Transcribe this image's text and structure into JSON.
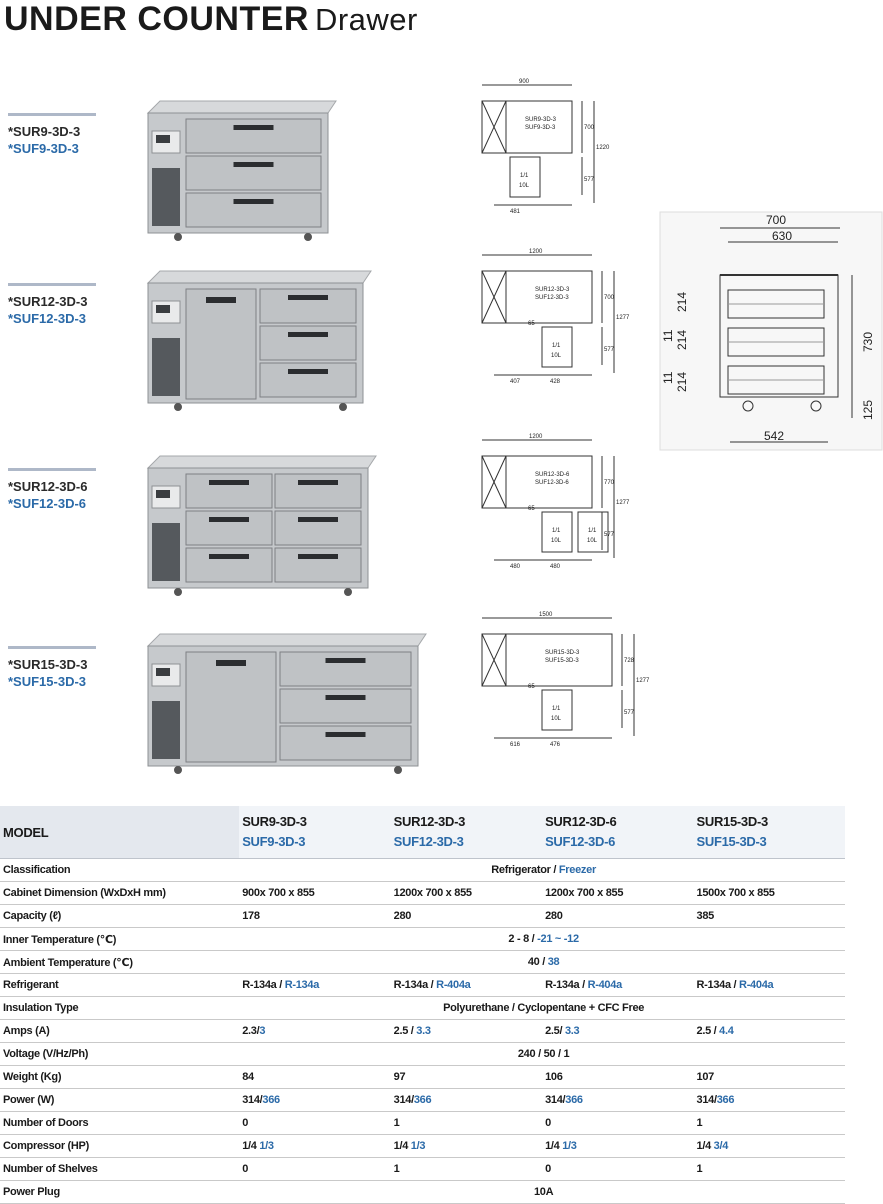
{
  "header": {
    "title": "UNDER COUNTER",
    "subtitle": "Drawer"
  },
  "products": [
    {
      "models": [
        "*SUR9-3D-3",
        "*SUF9-3D-3"
      ],
      "drawing_models": [
        "SUR9-3D-3",
        "SUF9-3D-3"
      ],
      "dims": {
        "width": "900",
        "right": "700",
        "total": "1220",
        "bottom": "577",
        "bottom_w": "481"
      },
      "gn": [
        "1/1",
        "10L"
      ]
    },
    {
      "models": [
        "*SUR12-3D-3",
        "*SUF12-3D-3"
      ],
      "drawing_models": [
        "SUR12-3D-3",
        "SUF12-3D-3"
      ],
      "dims": {
        "width": "1200",
        "right": "700",
        "total": "1277",
        "bottom": "577",
        "bottom_w": "407",
        "bottom_w2": "428",
        "mid": "65"
      },
      "gn": [
        "1/1",
        "10L"
      ]
    },
    {
      "models": [
        "*SUR12-3D-6",
        "*SUF12-3D-6"
      ],
      "drawing_models": [
        "SUR12-3D-6",
        "SUF12-3D-6"
      ],
      "dims": {
        "width": "1200",
        "right": "770",
        "total": "1277",
        "bottom": "577",
        "bottom_w": "480",
        "bottom_w2": "480",
        "mid": "65"
      },
      "gn": [
        "1/1",
        "10L"
      ]
    },
    {
      "models": [
        "*SUR15-3D-3",
        "*SUF15-3D-3"
      ],
      "drawing_models": [
        "SUR15-3D-3",
        "SUF15-3D-3"
      ],
      "dims": {
        "width": "1500",
        "right": "728",
        "total": "1277",
        "bottom": "577",
        "bottom_w": "616",
        "bottom_w2": "476",
        "mid": "65"
      },
      "gn": [
        "1/1",
        "10L"
      ]
    }
  ],
  "side_view": {
    "top1": "700",
    "top2": "630",
    "d1": "214",
    "d2": "214",
    "d3": "214",
    "gap1": "11",
    "gap2": "11",
    "height": "730",
    "legs": "125",
    "bottom": "542"
  },
  "colors": {
    "refrigerator": "#2a2a2a",
    "freezer": "#2b6aa8",
    "header_bg": "#e4e8ee"
  },
  "table": {
    "model_label": "MODEL",
    "models": [
      {
        "r": "SUR9-3D-3",
        "f": "SUF9-3D-3"
      },
      {
        "r": "SUR12-3D-3",
        "f": "SUF12-3D-3"
      },
      {
        "r": "SUR12-3D-6",
        "f": "SUF12-3D-6"
      },
      {
        "r": "SUR15-3D-3",
        "f": "SUF15-3D-3"
      }
    ],
    "rows": [
      {
        "label": "Classification",
        "span": [
          "Refrigerator / ",
          "Freezer"
        ]
      },
      {
        "label": "Cabinet Dimension (WxDxH mm)",
        "cells": [
          [
            "900x 700 x 855",
            ""
          ],
          [
            "1200x 700 x 855",
            ""
          ],
          [
            "1200x 700 x 855",
            ""
          ],
          [
            "1500x 700 x 855",
            ""
          ]
        ]
      },
      {
        "label": "Capacity (ℓ)",
        "cells": [
          [
            "178",
            ""
          ],
          [
            "280",
            ""
          ],
          [
            "280",
            ""
          ],
          [
            "385",
            ""
          ]
        ]
      },
      {
        "label": "Inner Temperature (℃)",
        "span": [
          "2 - 8 / ",
          "-21 ~ -12"
        ]
      },
      {
        "label": "Ambient Temperature (℃)",
        "span": [
          "40 / ",
          "38"
        ]
      },
      {
        "label": "Refrigerant",
        "cells": [
          [
            "R-134a / ",
            "R-134a"
          ],
          [
            "R-134a / ",
            "R-404a"
          ],
          [
            "R-134a / ",
            "R-404a"
          ],
          [
            "R-134a / ",
            "R-404a"
          ]
        ]
      },
      {
        "label": "Insulation Type",
        "span": [
          "Polyurethane / Cyclopentane + CFC Free",
          ""
        ]
      },
      {
        "label": "Amps (A)",
        "cells": [
          [
            "2.3/",
            "3"
          ],
          [
            "2.5 / ",
            "3.3"
          ],
          [
            "2.5/ ",
            "3.3"
          ],
          [
            "2.5 / ",
            "4.4"
          ]
        ]
      },
      {
        "label": "Voltage (V/Hz/Ph)",
        "span": [
          "240 / 50 / 1",
          ""
        ]
      },
      {
        "label": "Weight (Kg)",
        "cells": [
          [
            "84",
            ""
          ],
          [
            "97",
            ""
          ],
          [
            "106",
            ""
          ],
          [
            "107",
            ""
          ]
        ]
      },
      {
        "label": "Power (W)",
        "cells": [
          [
            "314/",
            "366"
          ],
          [
            "314/",
            "366"
          ],
          [
            "314/",
            "366"
          ],
          [
            "314/",
            "366"
          ]
        ]
      },
      {
        "label": "Number of Doors",
        "cells": [
          [
            "0",
            ""
          ],
          [
            "1",
            ""
          ],
          [
            "0",
            ""
          ],
          [
            "1",
            ""
          ]
        ]
      },
      {
        "label": "Compressor (HP)",
        "cells": [
          [
            "1/4 ",
            "1/3"
          ],
          [
            "1/4 ",
            "1/3"
          ],
          [
            "1/4 ",
            "1/3"
          ],
          [
            "1/4 ",
            "3/4"
          ]
        ]
      },
      {
        "label": "Number of Shelves",
        "cells": [
          [
            "0",
            ""
          ],
          [
            "1",
            ""
          ],
          [
            "0",
            ""
          ],
          [
            "1",
            ""
          ]
        ]
      },
      {
        "label": "Power Plug",
        "span": [
          "10A",
          ""
        ]
      }
    ]
  }
}
